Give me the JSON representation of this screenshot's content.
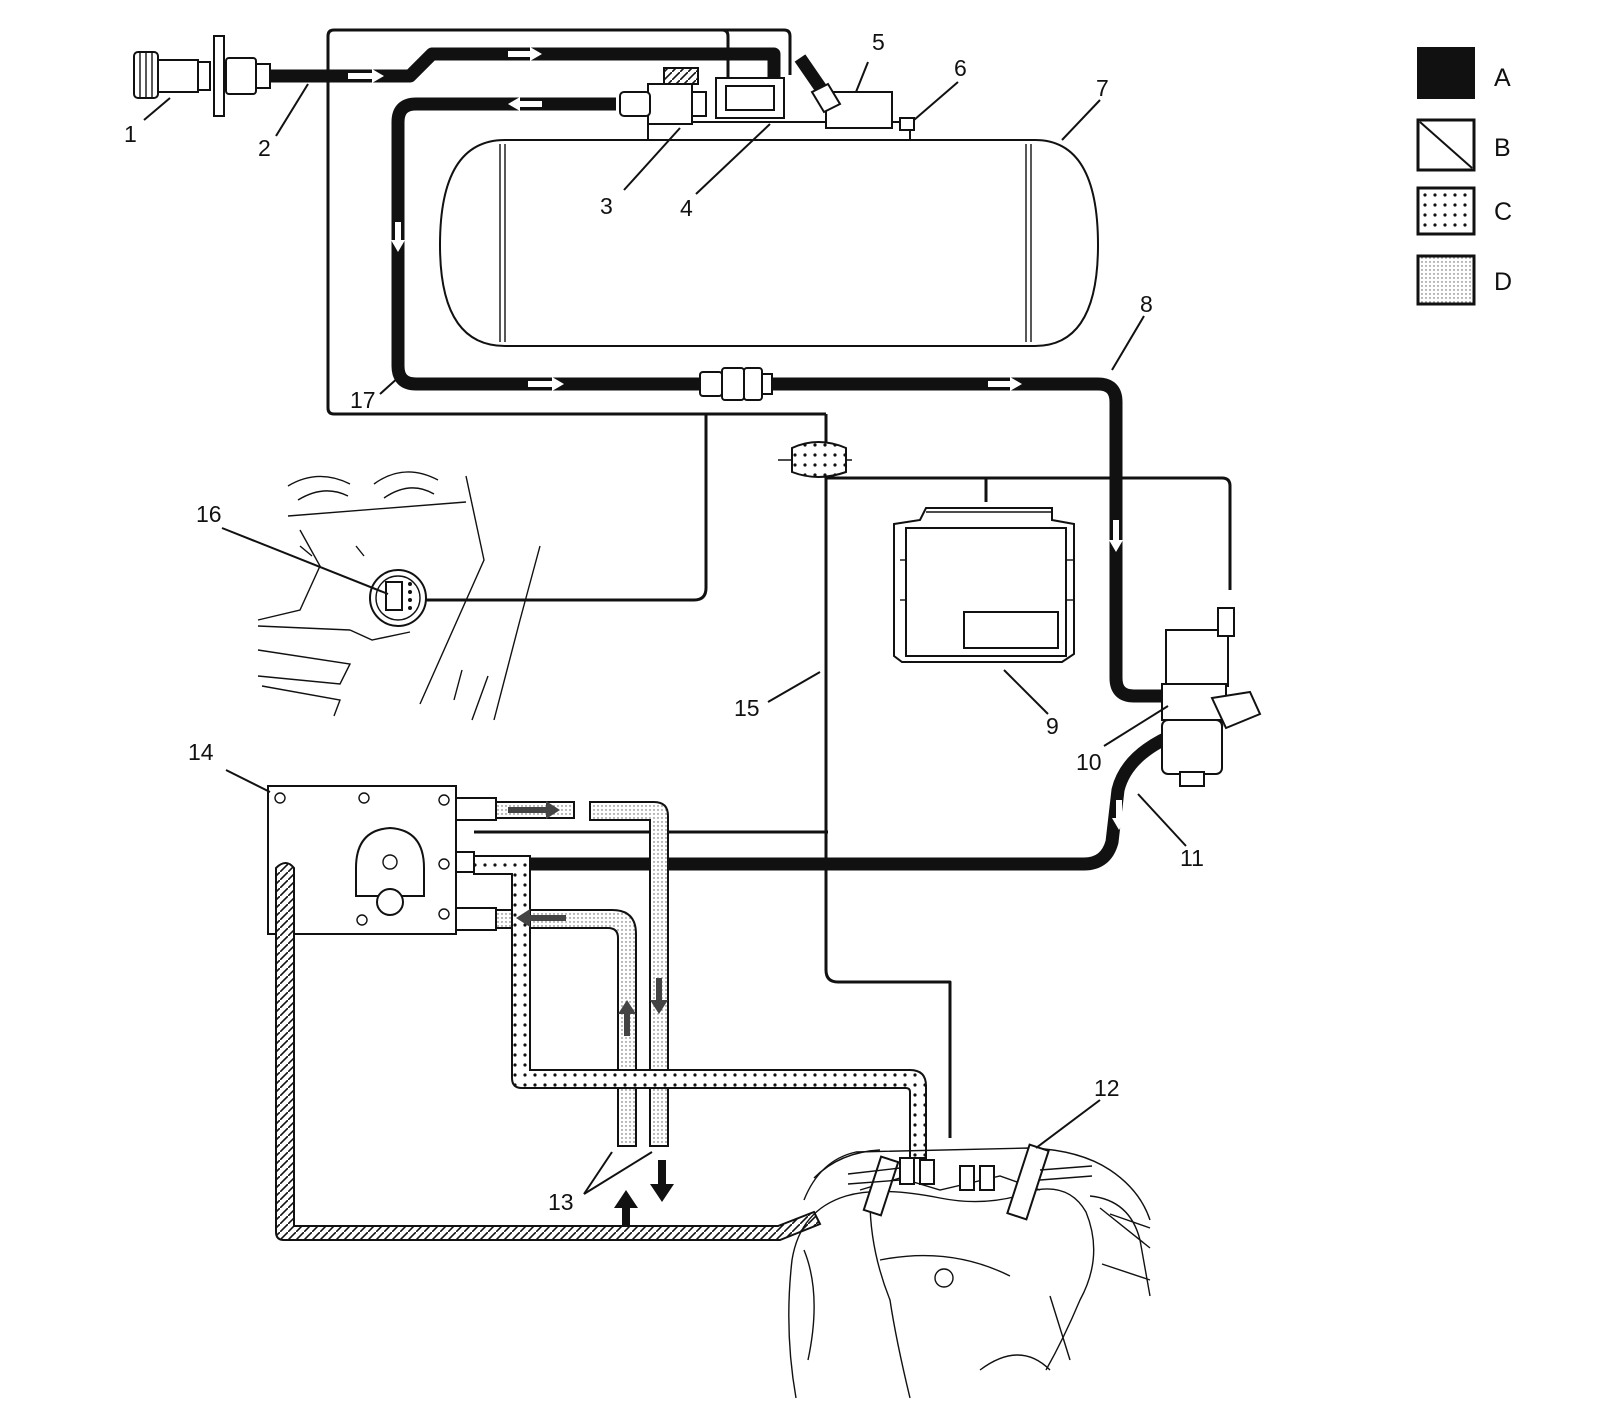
{
  "legend": [
    {
      "key": "A",
      "label": "A",
      "pattern": "solid-black"
    },
    {
      "key": "B",
      "label": "B",
      "pattern": "diagonal-hatch"
    },
    {
      "key": "C",
      "label": "C",
      "pattern": "coarse-dots"
    },
    {
      "key": "D",
      "label": "D",
      "pattern": "fine-dots"
    }
  ],
  "callouts": [
    "1",
    "2",
    "3",
    "4",
    "5",
    "6",
    "7",
    "8",
    "9",
    "10",
    "11",
    "12",
    "13",
    "14",
    "15",
    "16",
    "17"
  ],
  "colors": {
    "line": "#111111",
    "background": "#ffffff",
    "pipe_a": "#111111",
    "hose_dots": "#e4e4e4"
  }
}
